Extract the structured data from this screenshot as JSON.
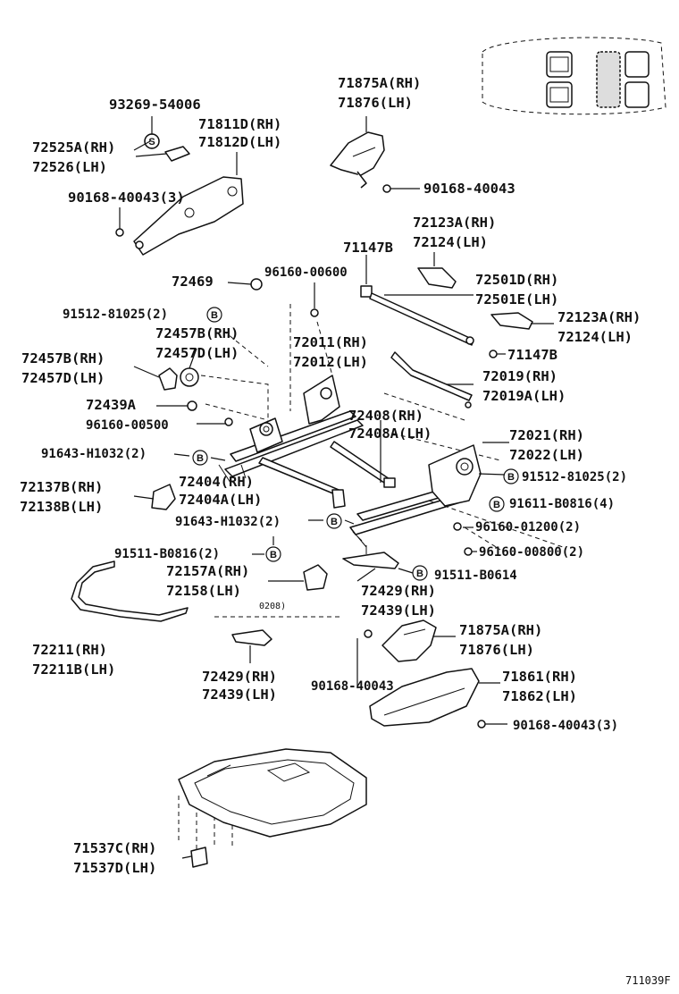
{
  "labels": {
    "p93269": "93269-54006",
    "p71811": "71811D(RH)",
    "p71812": "71812D(LH)",
    "p72525a": "72525A(RH)",
    "p72526": "72526(LH)",
    "p90168_3a": "90168-40043(3)",
    "p71875a_top": "71875A(RH)",
    "p71876_top": "71876(LH)",
    "p90168_top": "90168-40043",
    "p72123a_top": "72123A(RH)",
    "p72124_top": "72124(LH)",
    "p71147b_top": "71147B",
    "p72469": "72469",
    "p96160_600": "96160-00600",
    "p72501d": "72501D(RH)",
    "p72501e": "72501E(LH)",
    "p91512_left": "91512-81025(2)",
    "p72123a_mid": "72123A(RH)",
    "p72124_mid": "72124(LH)",
    "p72457b_a": "72457B(RH)",
    "p72457d_a": "72457D(LH)",
    "p72011": "72011(RH)",
    "p72012": "72012(LH)",
    "p71147b_mid": "71147B",
    "p72457b_b": "72457B(RH)",
    "p72457d_b": "72457D(LH)",
    "p72019": "72019(RH)",
    "p72019a": "72019A(LH)",
    "p72439a": "72439A",
    "p96160_500": "96160-00500",
    "p72408": "72408(RH)",
    "p72408a": "72408A(LH)",
    "p72021": "72021(RH)",
    "p72022": "72022(LH)",
    "p91643_a": "91643-H1032(2)",
    "p91512_right": "91512-81025(2)",
    "p72137b": "72137B(RH)",
    "p72138b": "72138B(LH)",
    "p72404": "72404(RH)",
    "p72404a": "72404A(LH)",
    "p91611": "91611-B0816(4)",
    "p91643_b": "91643-H1032(2)",
    "p96160_1200": "96160-01200(2)",
    "p91511_b0816": "91511-B0816(2)",
    "p96160_800": "96160-00800(2)",
    "p72157a": "72157A(RH)",
    "p72158": "72158(LH)",
    "p91511_b0614": "91511-B0614",
    "p72429_a": "72429(RH)",
    "p72439_a": "72439(LH)",
    "p0208": "0208)",
    "p71875a_bot": "71875A(RH)",
    "p71876_bot": "71876(LH)",
    "p72211": "72211(RH)",
    "p72211b": "72211B(LH)",
    "p90168_bot": "90168-40043",
    "p71861": "71861(RH)",
    "p71862": "71862(LH)",
    "p72429_b": "72429(RH)",
    "p72439_b": "72439(LH)",
    "p90168_3b": "90168-40043(3)",
    "p71537c": "71537C(RH)",
    "p71537d": "71537D(LH)",
    "ref": "711039F"
  },
  "badges": {
    "s": "S",
    "b": "B"
  }
}
